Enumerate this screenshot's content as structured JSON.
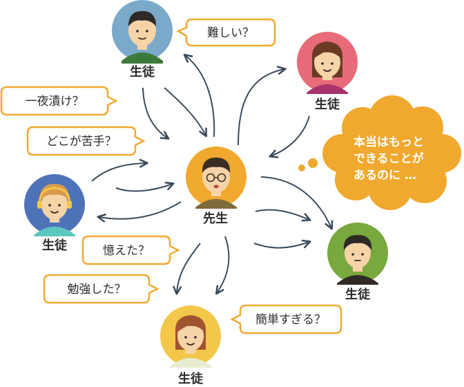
{
  "teacher": {
    "label": "先生"
  },
  "students": [
    {
      "id": "top",
      "label": "生徒"
    },
    {
      "id": "right-top",
      "label": "生徒"
    },
    {
      "id": "left",
      "label": "生徒"
    },
    {
      "id": "right-bottom",
      "label": "生徒"
    },
    {
      "id": "bottom",
      "label": "生徒"
    }
  ],
  "bubbles": [
    {
      "id": "difficult",
      "text": "難しい？"
    },
    {
      "id": "cramming",
      "text": "一夜漬け？"
    },
    {
      "id": "weak-point",
      "text": "どこが苦手？"
    },
    {
      "id": "remembered",
      "text": "憶えた？"
    },
    {
      "id": "studied",
      "text": "勉強した？"
    },
    {
      "id": "too-easy",
      "text": "簡単すぎる？"
    }
  ],
  "thought": {
    "lines": [
      "本当はもっと",
      "できることが",
      "あるのに …"
    ]
  },
  "colors": {
    "bubble_border": "#f0a92e",
    "cloud": "#f0a92e",
    "arrow": "#3a4a5a",
    "teacher_bg": "#f0a92e",
    "student_top_bg": "#7aa9c9",
    "student_right_top_bg": "#e86b7a",
    "student_left_bg": "#4f73b8",
    "student_right_bottom_bg": "#78a83e",
    "student_bottom_bg": "#f3c74a"
  }
}
